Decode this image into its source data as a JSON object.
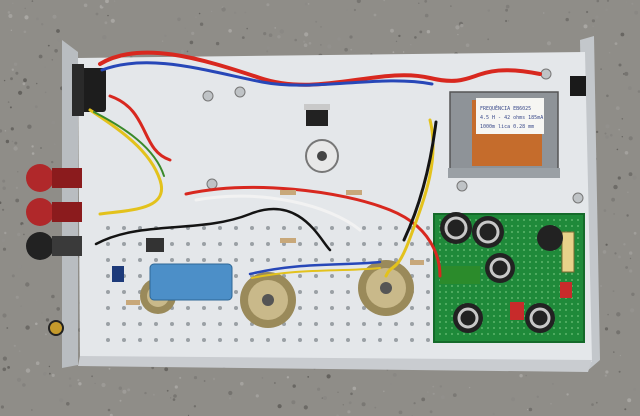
{
  "photo": {
    "subject": "Tube amplifier chassis interior",
    "colors": {
      "ground": "#8f8d88",
      "chassis": "#e6e9ec",
      "wall": "#c9cdd1",
      "pcb": "#1f8a3a",
      "wire_red": "#d8281f",
      "wire_blue": "#2747b8",
      "wire_yellow": "#e3c21c",
      "wire_black": "#141414",
      "wire_white": "#f2f2f2",
      "cap_blue": "#4c8fc8"
    }
  },
  "transformer_label": {
    "line1": "FREQUÊNCIA EB6025",
    "line2": "4.5 H - 42 ohms 185mA",
    "line3": "1000m lica 0.28 mm"
  }
}
